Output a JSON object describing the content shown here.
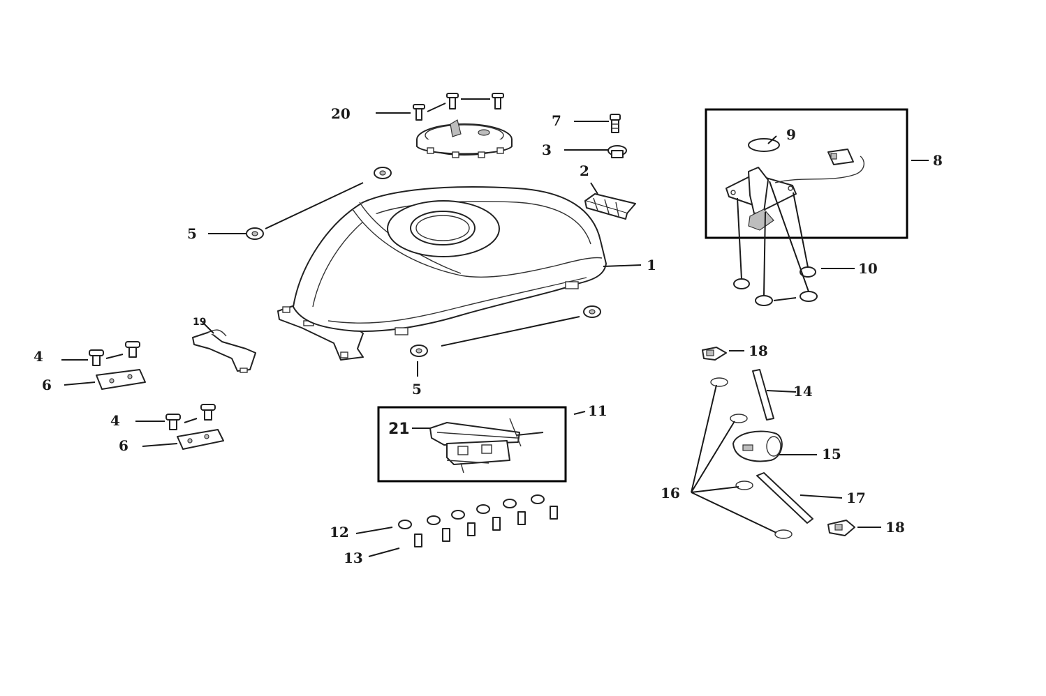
{
  "labels": {
    "l1": "1",
    "l2": "2",
    "l3": "3",
    "l4a": "4",
    "l4b": "4",
    "l5a": "5",
    "l5b": "5",
    "l6a": "6",
    "l6b": "6",
    "l7": "7",
    "l8": "8",
    "l9": "9",
    "l10": "10",
    "l11": "11",
    "l12": "12",
    "l13": "13",
    "l14": "14",
    "l15": "15",
    "l16": "16",
    "l17": "17",
    "l18a": "18",
    "l18b": "18",
    "l19": "19",
    "l20": "20",
    "l21": "21"
  },
  "colors": {
    "ink": "#1a1a1a",
    "background": "#ffffff",
    "shade": "#bdbdbd"
  }
}
